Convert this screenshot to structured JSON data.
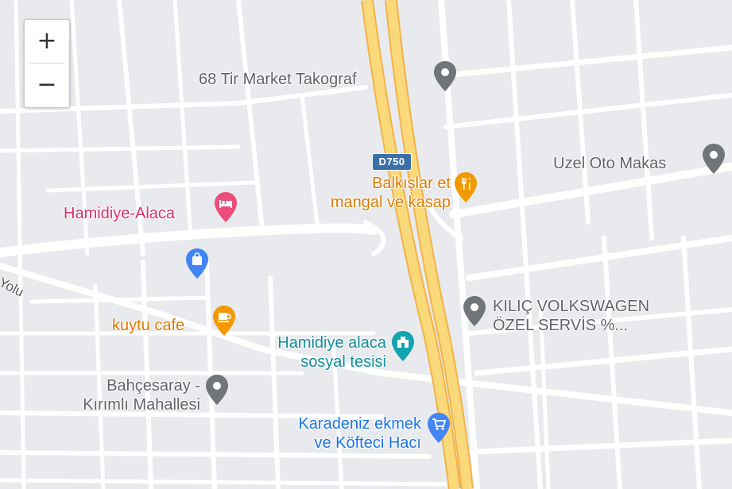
{
  "colors": {
    "background": "#e8eaed",
    "road_minor": "#ffffff",
    "highway_fill": "#fad97a",
    "highway_stroke": "#f2b34a",
    "shield": "#3b6fa8",
    "pin_gray": "#70757a",
    "pin_pink": "#ee4c7b",
    "pin_orange": "#f29900",
    "pin_teal": "#12a4af",
    "pin_blue": "#4285f4",
    "label_gray": "#5f6368",
    "label_pink": "#d6306a",
    "label_orange": "#d97a00",
    "label_teal": "#0f8d99",
    "label_blue": "#1a73e8"
  },
  "zoom_controls": {
    "zoom_in": "+",
    "zoom_out": "−"
  },
  "road_shield": "D750",
  "road_name": "Yolu",
  "places": [
    {
      "id": "tir-market",
      "name": "68 Tir Market Takograf",
      "category": "generic",
      "icon": "location-pin-icon"
    },
    {
      "id": "uzel-oto",
      "name": "Uzel Oto Makas",
      "category": "generic",
      "icon": "location-pin-icon"
    },
    {
      "id": "balkislar",
      "name_line1": "Balkışlar et",
      "name_line2": "mangal ve kasap",
      "category": "restaurant",
      "icon": "restaurant-icon"
    },
    {
      "id": "hamidiye-alaca-hotel",
      "name": "Hamidiye-Alaca",
      "category": "hotel",
      "icon": "hotel-bed-icon"
    },
    {
      "id": "shopping",
      "name": "",
      "category": "shopping",
      "icon": "shopping-bag-icon"
    },
    {
      "id": "kuytu-cafe",
      "name": "kuytu cafe",
      "category": "cafe",
      "icon": "coffee-cup-icon"
    },
    {
      "id": "hamidiye-sosyal",
      "name_line1": "Hamidiye alaca",
      "name_line2": "sosyal tesisi",
      "category": "landmark",
      "icon": "landmark-icon"
    },
    {
      "id": "kilic-vw",
      "name_line1": "KILIÇ VOLKSWAGEN",
      "name_line2": "ÖZEL SERVİS %...",
      "category": "generic",
      "icon": "location-pin-icon"
    },
    {
      "id": "bahcesaray",
      "name_line1": "Bahçesaray -",
      "name_line2": "Kırımlı Mahallesi",
      "category": "generic",
      "icon": "location-pin-icon"
    },
    {
      "id": "karadeniz",
      "name_line1": "Karadeniz ekmek",
      "name_line2": "ve Köfteci Hacı",
      "category": "grocery",
      "icon": "shopping-cart-icon"
    }
  ]
}
